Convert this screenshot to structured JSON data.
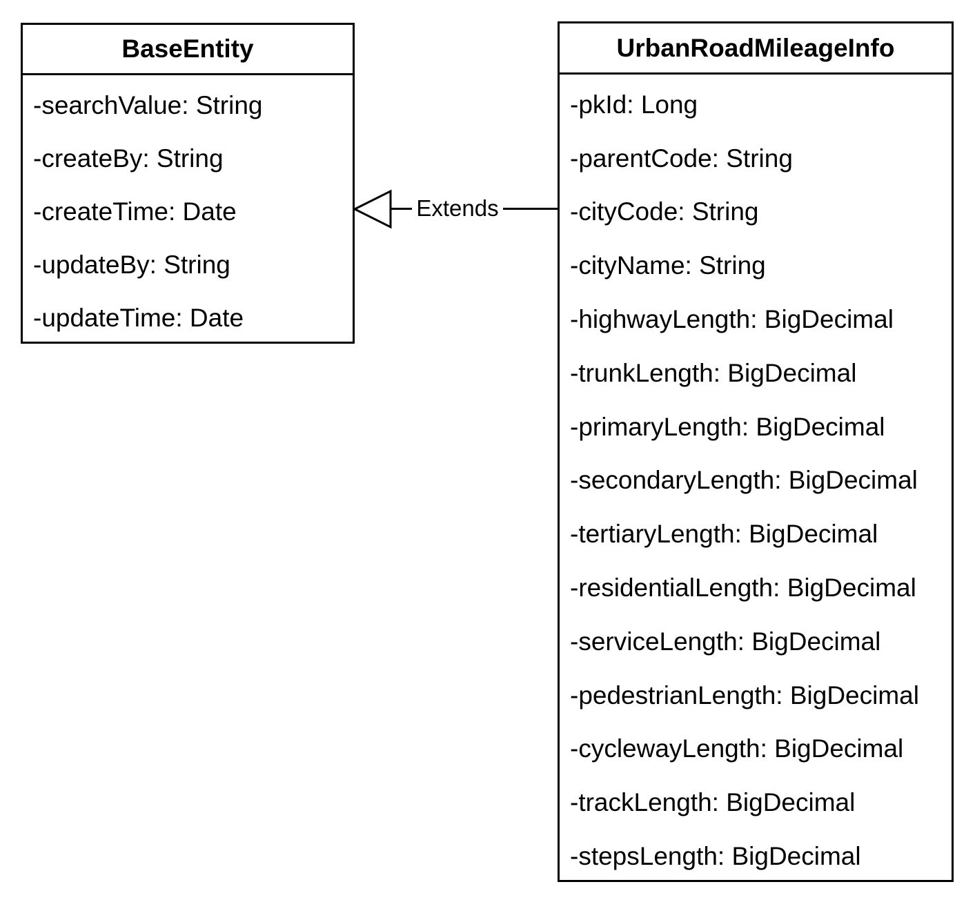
{
  "relationship": {
    "label": "Extends"
  },
  "classes": [
    {
      "name": "BaseEntity",
      "attributes": [
        "-searchValue: String",
        "-createBy: String",
        "-createTime: Date",
        "-updateBy: String",
        "-updateTime: Date"
      ]
    },
    {
      "name": "UrbanRoadMileageInfo",
      "attributes": [
        "-pkId: Long",
        "-parentCode: String",
        "-cityCode: String",
        "-cityName: String",
        "-highwayLength: BigDecimal",
        "-trunkLength: BigDecimal",
        "-primaryLength: BigDecimal",
        "-secondaryLength: BigDecimal",
        "-tertiaryLength: BigDecimal",
        "-residentialLength: BigDecimal",
        "-serviceLength: BigDecimal",
        "-pedestrianLength: BigDecimal",
        "-cyclewayLength: BigDecimal",
        "-trackLength: BigDecimal",
        "-stepsLength: BigDecimal"
      ]
    }
  ],
  "colors": {
    "border": "#000000",
    "background": "#ffffff",
    "text": "#000000"
  }
}
